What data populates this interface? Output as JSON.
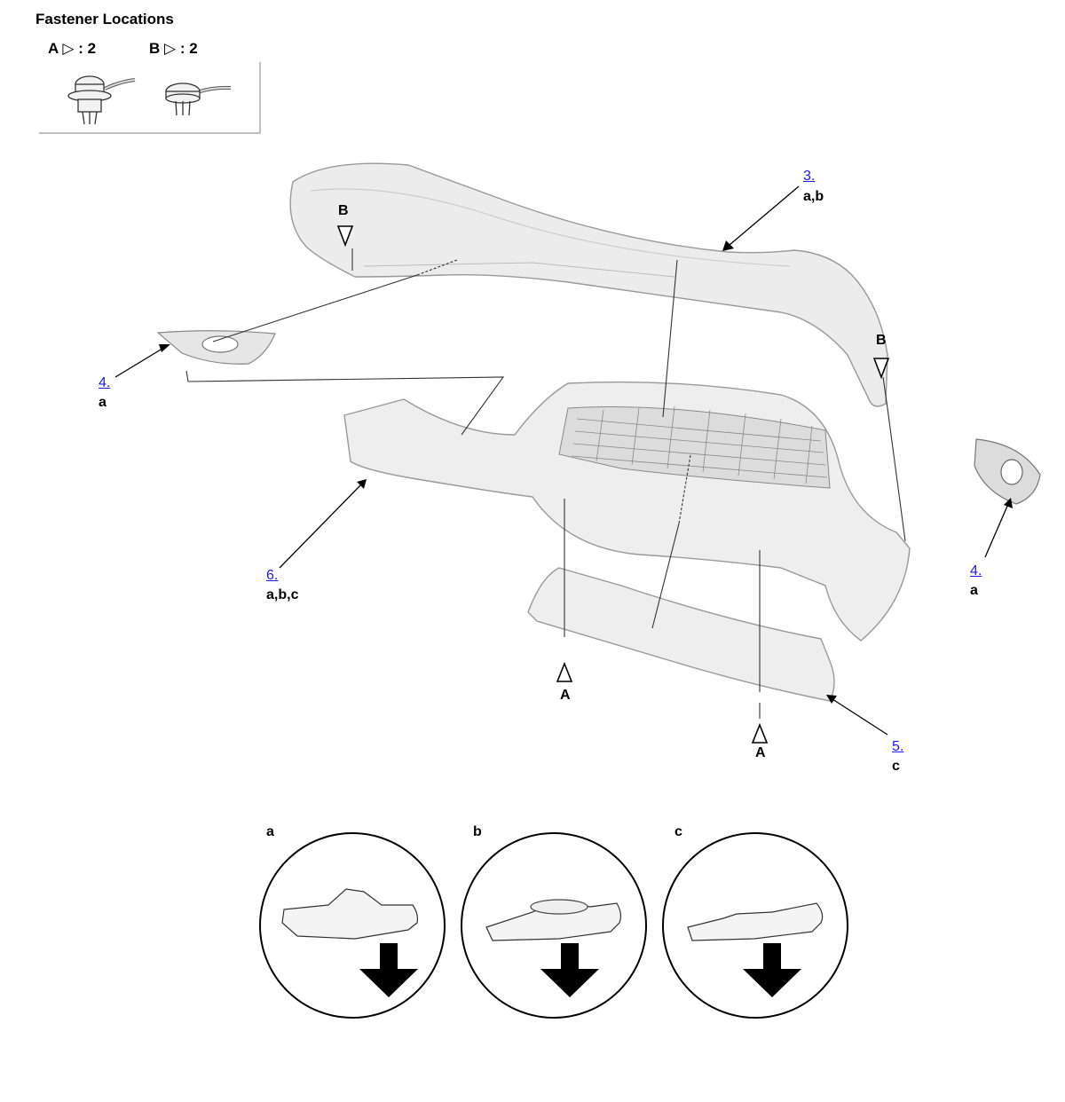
{
  "header": {
    "title": "Fastener Locations"
  },
  "fasteners": [
    {
      "letter": "A",
      "symbol": "▷",
      "count": ": 2"
    },
    {
      "letter": "B",
      "symbol": "▷",
      "count": ": 2"
    }
  ],
  "callouts": [
    {
      "ref": "3.",
      "codes": "a,b"
    },
    {
      "ref": "4.",
      "codes": "a"
    },
    {
      "ref": "4.",
      "codes": "a"
    },
    {
      "ref": "6.",
      "codes": "a,b,c"
    },
    {
      "ref": "5.",
      "codes": "c"
    }
  ],
  "markers": {
    "b_top": "B",
    "b_right": "B",
    "a_left": "A",
    "a_right": "A"
  },
  "details": [
    {
      "letter": "a",
      "icon": "clip-a-icon"
    },
    {
      "letter": "b",
      "icon": "clip-b-icon"
    },
    {
      "letter": "c",
      "icon": "clip-c-icon"
    }
  ]
}
